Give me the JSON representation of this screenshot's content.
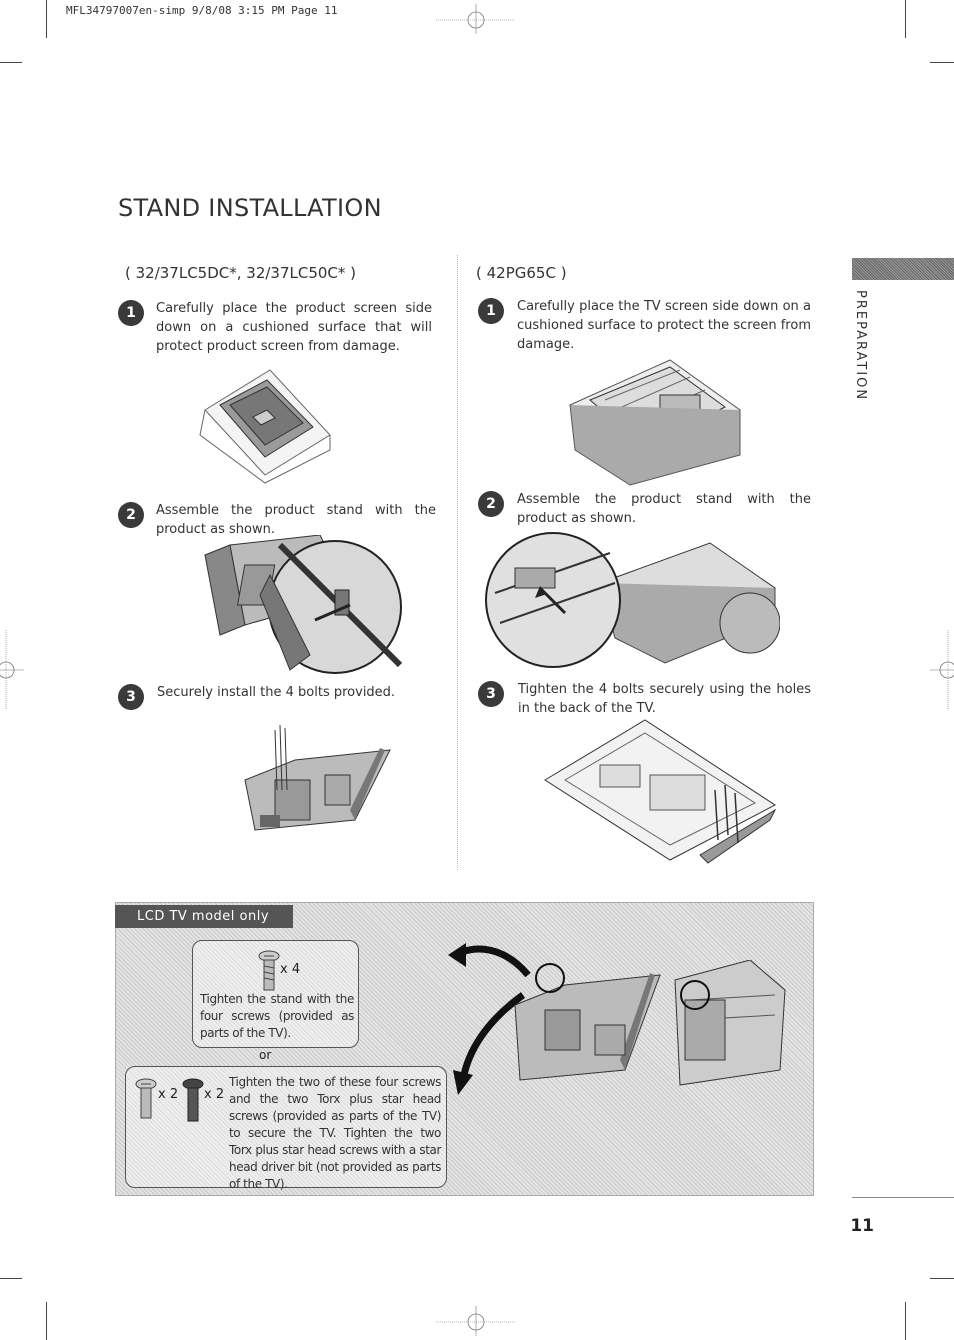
{
  "print_info": "MFL34797007en-simp  9/8/08 3:15 PM  Page 11",
  "title": "STAND INSTALLATION",
  "side_tab": "PREPARATION",
  "left_column": {
    "model": "( 32/37LC5DC*, 32/37LC50C* )",
    "steps": [
      {
        "num": "1",
        "text": "Carefully place the product screen side down on a cushioned surface that will protect product screen from damage."
      },
      {
        "num": "2",
        "text": "Assemble the product stand with the product as shown."
      },
      {
        "num": "3",
        "text": "Securely install the 4 bolts provided."
      }
    ]
  },
  "right_column": {
    "model": "( 42PG65C )",
    "steps": [
      {
        "num": "1",
        "text": "Carefully place the TV screen side down on a cushioned surface to protect the screen from damage."
      },
      {
        "num": "2",
        "text": "Assemble the product stand with the product as shown."
      },
      {
        "num": "3",
        "text": "Tighten the 4 bolts securely using the holes in the back of the TV."
      }
    ]
  },
  "lcd_box": {
    "label": "LCD TV model only",
    "panel1": {
      "qty": "x 4",
      "text": "Tighten the stand with the four screws (provided as parts of the TV)."
    },
    "or": "or",
    "panel2": {
      "qty_a": "x 2",
      "qty_b": "x 2",
      "text": "Tighten the two of these four screws and the two Torx plus star head screws (provided as parts of the TV) to secure the TV. Tighten the two Torx plus star head screws with a star head driver bit (not provided as parts of the TV)."
    }
  },
  "page_number": "11"
}
